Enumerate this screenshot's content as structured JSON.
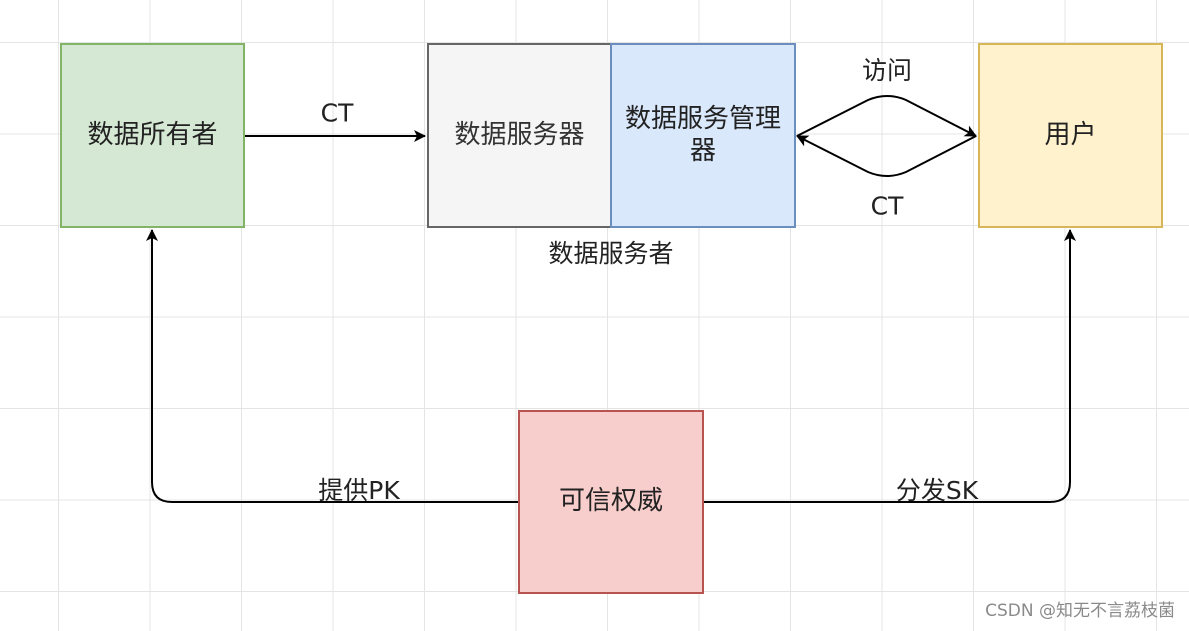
{
  "nodes": {
    "data_owner": "数据所有者",
    "data_server": "数据服务器",
    "data_service_manager": "数据服务管理器",
    "user": "用户",
    "trusted_authority": "可信权威"
  },
  "labels": {
    "ct_top": "CT",
    "visit": "访问",
    "ct_right": "CT",
    "data_servant": "数据服务者",
    "provide_pk": "提供PK",
    "distribute_sk": "分发SK"
  },
  "watermark": "CSDN @知无不言荔枝菌",
  "colors": {
    "owner_fill": "#d5e8d4",
    "owner_stroke": "#82b366",
    "server_fill": "#f5f5f5",
    "server_stroke": "#666666",
    "manager_fill": "#dae8fc",
    "manager_stroke": "#6c8ebf",
    "user_fill": "#fff2cc",
    "user_stroke": "#d6b656",
    "authority_fill": "#f8cecc",
    "authority_stroke": "#b85450"
  }
}
